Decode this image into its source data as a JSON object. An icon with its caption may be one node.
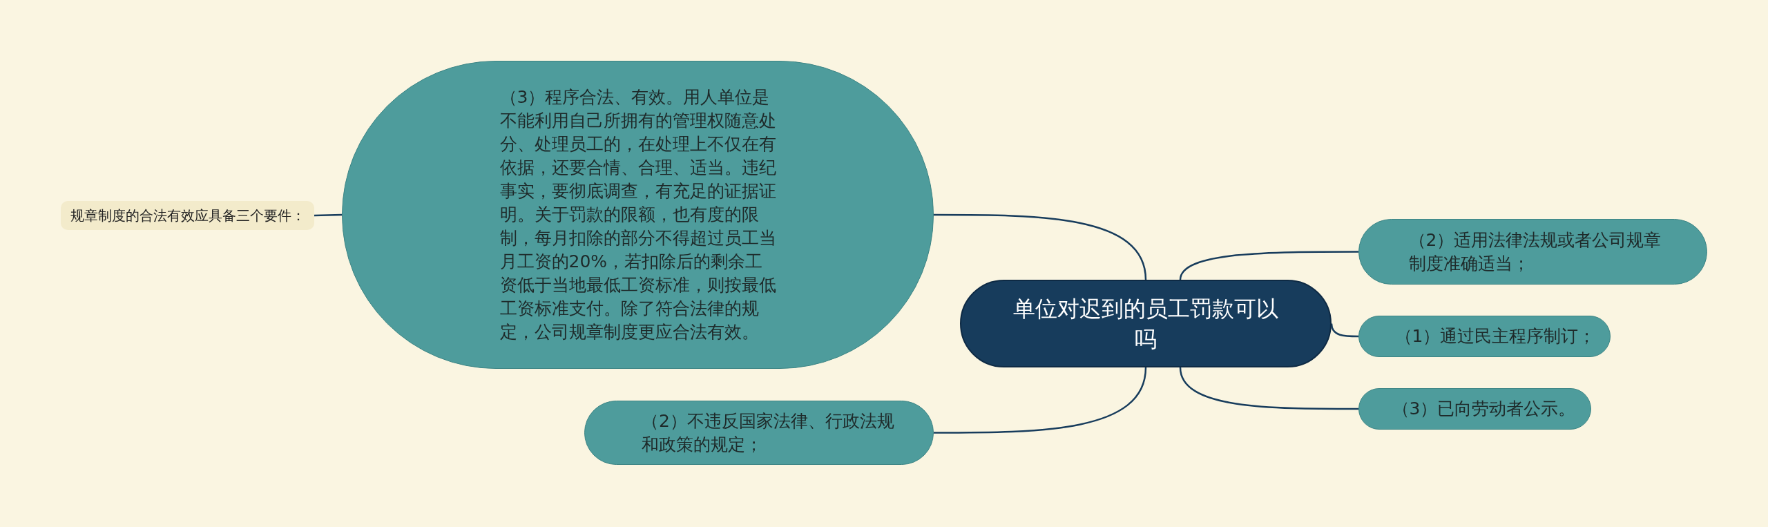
{
  "diagram": {
    "nodes": [
      {
        "text": [
          "单位对迟到的员工罚款可以吗"
        ]
      },
      {
        "text": [
          "（2）适用法律法规或者公司规章制度准确适当；"
        ]
      },
      {
        "text": [
          "（1）通过民主程序制订；"
        ]
      },
      {
        "text": [
          "（3）已向劳动者公示。"
        ]
      },
      {
        "text": [
          "（3）程序合法、有效。用人单位是不能利用自己所拥有的管理权随意处分、处理员工的，在处理上不仅在有依据，还要合情、合理、适当。违纪事实，要彻底调查，有充足的证据证明。关于罚款的限额，也有度的限制，每月扣除的部分不得超过员工当月工资的20%，若扣除后的剩余工资低于当地最低工资标准，则按最低工资标准支付。除了符合法律的规定，公司规章制度更应合法有效。"
        ]
      },
      {
        "text": [
          "规章制度的合法有效应具备三个要件："
        ]
      },
      {
        "text": [
          "（2）不违反国家法律、行政法规和政策的规定；"
        ]
      }
    ],
    "edges": [
      {
        "from": 0,
        "to": 1,
        "arrow": "none"
      },
      {
        "from": 0,
        "to": 2,
        "arrow": "none"
      },
      {
        "from": 0,
        "to": 3,
        "arrow": "none"
      },
      {
        "from": 0,
        "to": 4,
        "arrow": "none"
      },
      {
        "from": 4,
        "to": 5,
        "arrow": "none"
      },
      {
        "from": 0,
        "to": 6,
        "arrow": "none"
      }
    ]
  }
}
